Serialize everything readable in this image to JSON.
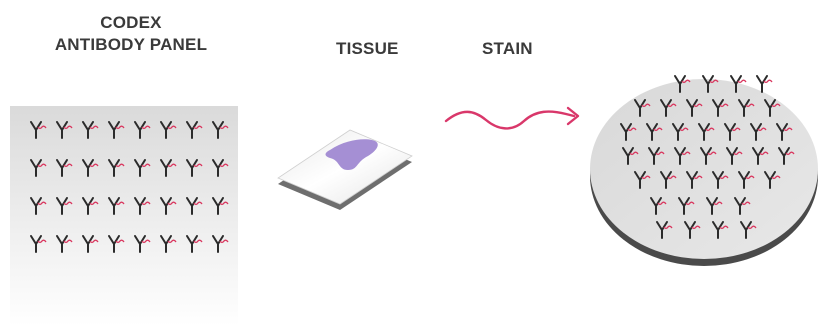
{
  "labels": {
    "panel_line1": "CODEX",
    "panel_line2": "ANTIBODY PANEL",
    "tissue": "TISSUE",
    "stain": "STAIN"
  },
  "colors": {
    "antibody": "#2b2b2b",
    "tag": "#d9365e",
    "tissue": "#a58fd4",
    "arrow": "#d9376a",
    "panel_top": "#dcdcdc",
    "panel_bottom": "#ffffff",
    "disc_top": "#e0e0e0",
    "disc_edge": "#444444"
  },
  "icons": {
    "antibody": "y-shaped-antibody-icon",
    "tissue_slide": "glass-slide-icon",
    "arrow": "wavy-arrow-icon",
    "stained_disc": "stained-tissue-disc-icon"
  }
}
